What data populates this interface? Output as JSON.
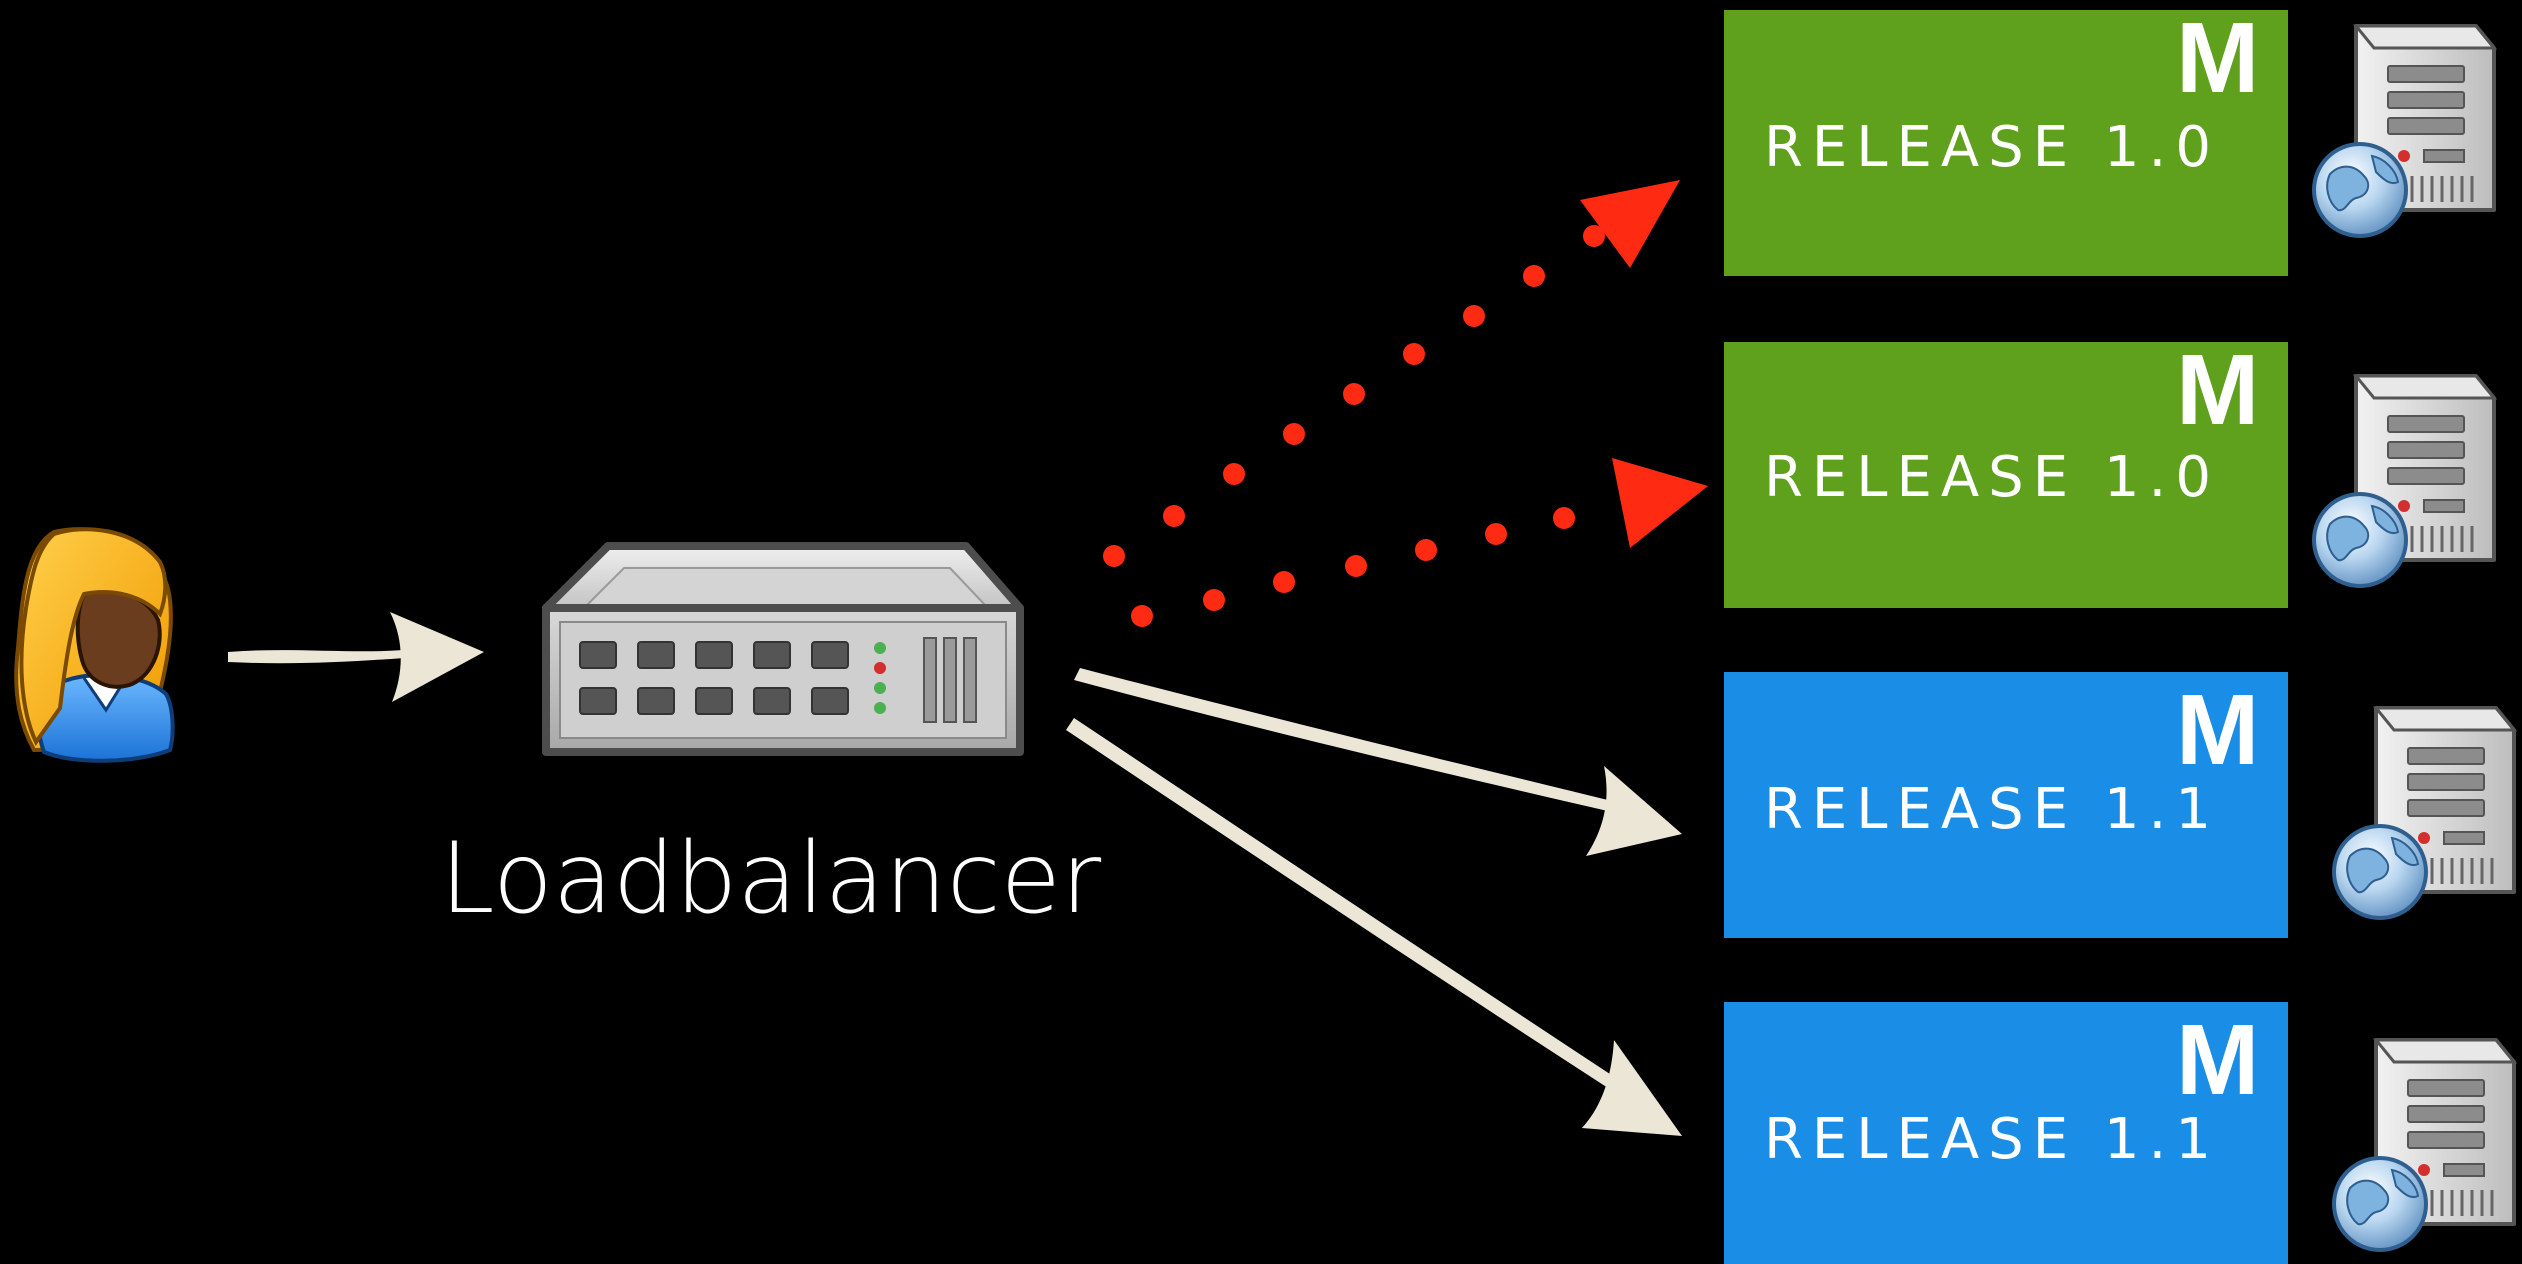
{
  "loadbalancer": {
    "label": "Loadbalancer"
  },
  "servers": [
    {
      "badge": "M",
      "release_label": "RELEASE 1.0",
      "color": "#5fa01c"
    },
    {
      "badge": "M",
      "release_label": "RELEASE 1.0",
      "color": "#5fa01c"
    },
    {
      "badge": "M",
      "release_label": "RELEASE 1.1",
      "color": "#1a8ee6"
    },
    {
      "badge": "M",
      "release_label": "RELEASE 1.1",
      "color": "#1a8ee6"
    }
  ],
  "colors": {
    "background": "#000000",
    "arrow_active": "#ece6d6",
    "arrow_inactive": "#ff2a12",
    "text": "#ffffff"
  },
  "icons": {
    "user": "user-icon",
    "loadbalancer": "network-switch-icon",
    "server": "web-server-icon"
  }
}
